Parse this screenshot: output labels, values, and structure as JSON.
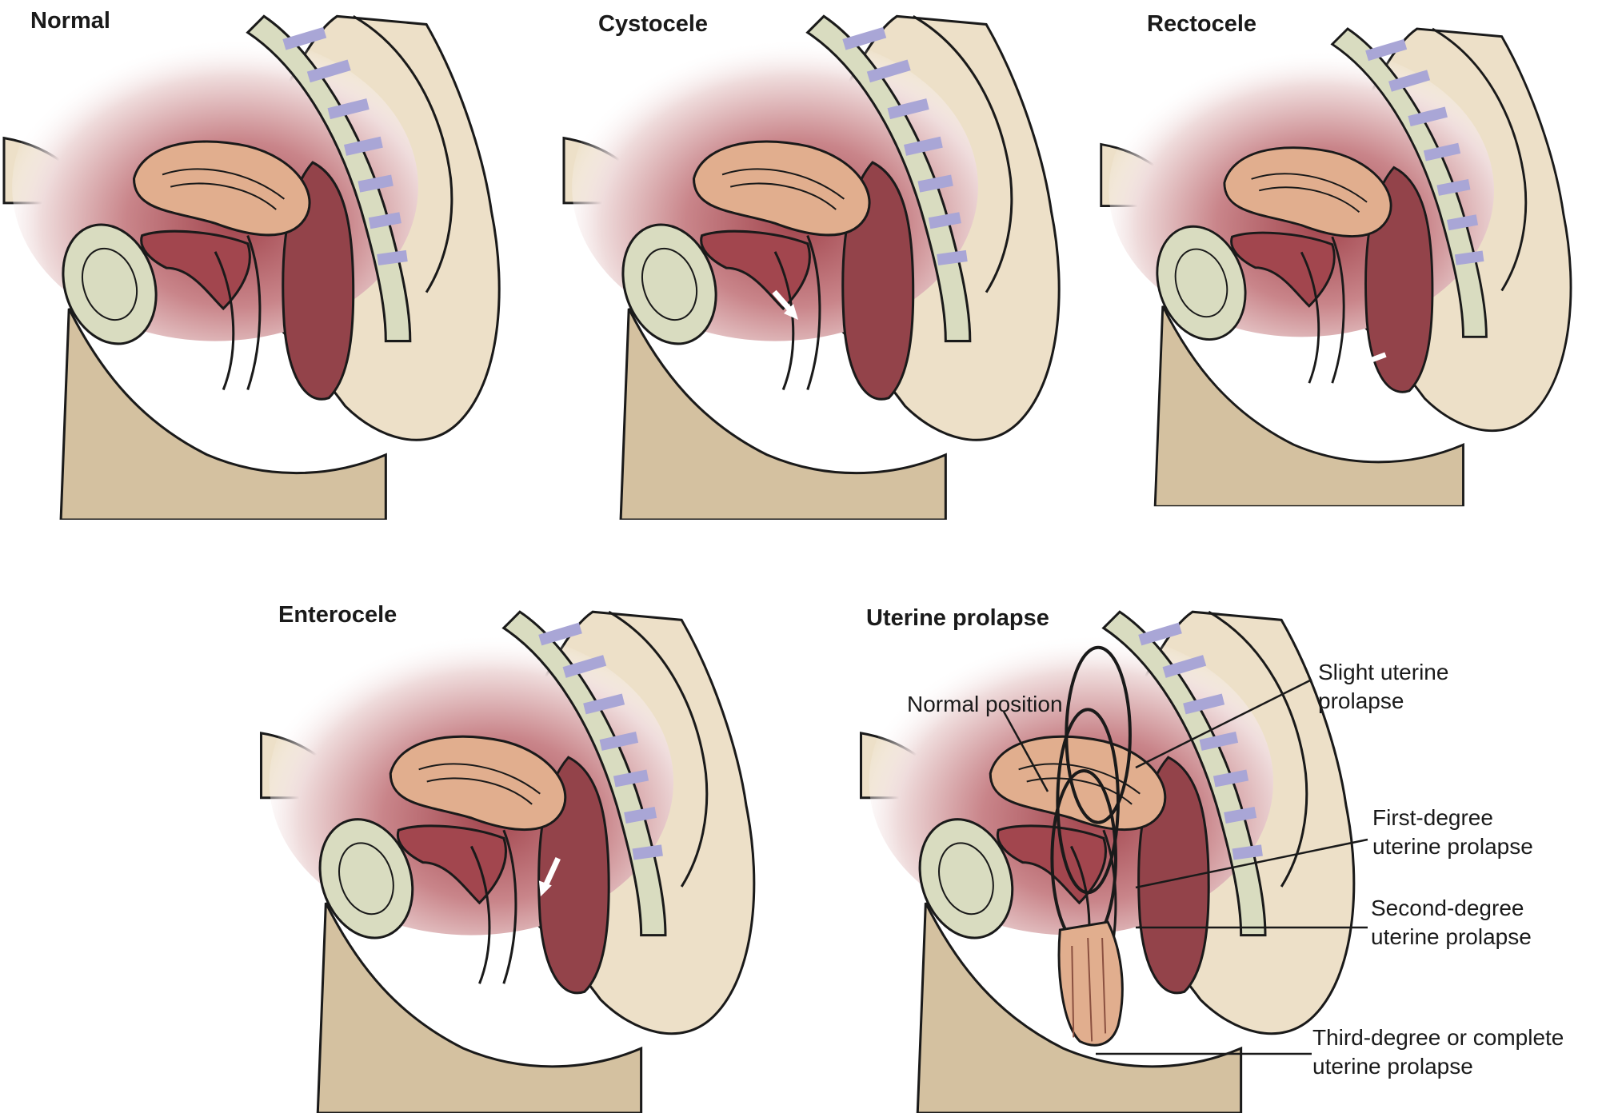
{
  "panels": [
    {
      "id": "normal",
      "title": "Normal"
    },
    {
      "id": "cystocele",
      "title": "Cystocele"
    },
    {
      "id": "rectocele",
      "title": "Rectocele"
    },
    {
      "id": "enterocele",
      "title": "Enterocele"
    },
    {
      "id": "uterine-prolapse",
      "title": "Uterine prolapse"
    }
  ],
  "annotations": {
    "normal_position": "Normal position",
    "slight_l1": "Slight uterine",
    "slight_l2": "prolapse",
    "first_l1": "First-degree",
    "first_l2": "uterine prolapse",
    "second_l1": "Second-degree",
    "second_l2": "uterine prolapse",
    "third_l1": "Third-degree or complete",
    "third_l2": "uterine prolapse"
  },
  "colors": {
    "skin": "#ede0c8",
    "skin_dark": "#d4c1a0",
    "cavity": "#a2464e",
    "uterus": "#e1ae8e",
    "bone": "#d9dcc0",
    "disc": "#a9a6d6",
    "rectum": "#93434a",
    "outline": "#1a1a1a"
  }
}
